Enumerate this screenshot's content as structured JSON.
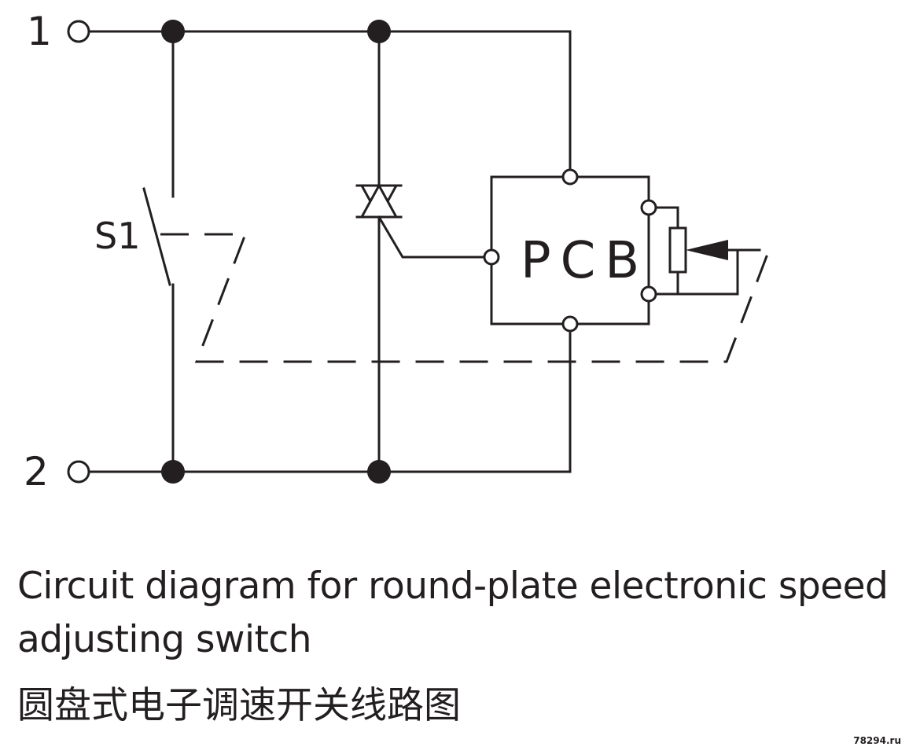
{
  "diagram": {
    "terminal_1_label": "1",
    "terminal_2_label": "2",
    "switch_label": "S1",
    "pcb_label": "PCB"
  },
  "caption": {
    "english": "Circuit diagram for round-plate electronic speed adjusting switch",
    "chinese": "圆盘式电子调速开关线路图"
  },
  "watermark": "78294.ru",
  "colors": {
    "ink": "#231f20",
    "background": "#ffffff"
  }
}
